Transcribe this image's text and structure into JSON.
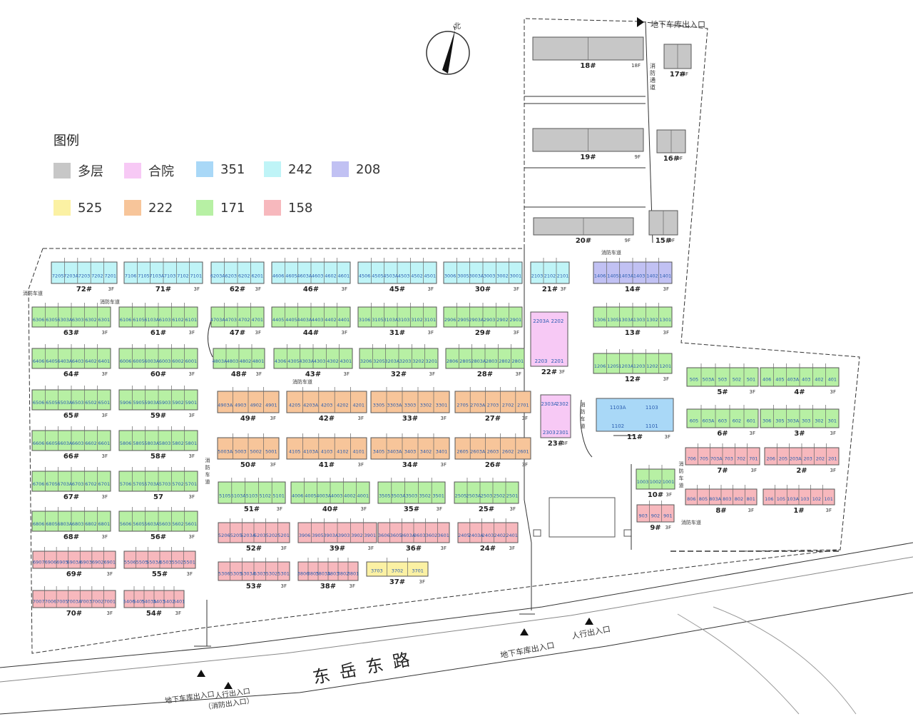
{
  "legend": {
    "title": "图例",
    "items": [
      {
        "label": "多层",
        "color": "#c7c7c7"
      },
      {
        "label": "合院",
        "color": "#f7c9f5"
      },
      {
        "label": "351",
        "color": "#a9d8f7"
      },
      {
        "label": "242",
        "color": "#bff4f7"
      },
      {
        "label": "208",
        "color": "#c1c1f3"
      },
      {
        "label": "525",
        "color": "#fbf1a3"
      },
      {
        "label": "222",
        "color": "#f7c59a"
      },
      {
        "label": "171",
        "color": "#b7f0a4"
      },
      {
        "label": "158",
        "color": "#f7b8bd"
      }
    ]
  },
  "compass": {
    "label": "北"
  },
  "road": {
    "name": "东岳东路"
  },
  "entrances": {
    "garage_top": "地下车库出入口",
    "garage_bottom_right": "地下车库出入口",
    "pedestrian_right": "人行出入口",
    "garage_bottom_left": "地下车库出入口",
    "pedestrian_left": "人行出入口",
    "pedestrian_left_sub": "（消防出入口）"
  },
  "notes": {
    "fire_lane_top": "消防通道",
    "fire_lane_mid": "消防车道",
    "fire_lane_left": "消防车道",
    "fire_lane_small": "消防车道",
    "fire_lane_right": "消防车道",
    "fire_lane_right2": "消防车道",
    "fire_lane_bottom": "消防车道",
    "fire_lane_47": "消防车道",
    "fire_lane_43": "消防车道",
    "fire_lane_50": "消防车道"
  },
  "buildings": [
    {
      "id": "18#",
      "floors": "18F",
      "type": "多层",
      "units": []
    },
    {
      "id": "17#",
      "floors": "18F",
      "type": "多层",
      "units": []
    },
    {
      "id": "19#",
      "floors": "9F",
      "type": "多层",
      "units": []
    },
    {
      "id": "16#",
      "floors": "9F",
      "type": "多层",
      "units": []
    },
    {
      "id": "20#",
      "floors": "9F",
      "type": "多层",
      "units": []
    },
    {
      "id": "15#",
      "floors": "9F",
      "type": "多层",
      "units": []
    },
    {
      "id": "72#",
      "floors": "3F",
      "type": "242",
      "units": [
        "7205",
        "7203A",
        "7203",
        "7202",
        "7201"
      ]
    },
    {
      "id": "71#",
      "floors": "3F",
      "type": "242",
      "units": [
        "7106",
        "7105",
        "7103A",
        "7103",
        "7102",
        "7101"
      ]
    },
    {
      "id": "62#",
      "floors": "3F",
      "type": "242",
      "units": [
        "6203A",
        "6203",
        "6202",
        "6201"
      ]
    },
    {
      "id": "46#",
      "floors": "3F",
      "type": "242",
      "units": [
        "4606",
        "4605",
        "4603A",
        "4603",
        "4602",
        "4601"
      ]
    },
    {
      "id": "45#",
      "floors": "3F",
      "type": "242",
      "units": [
        "4506",
        "4505",
        "4503A",
        "4503",
        "4502",
        "4501"
      ]
    },
    {
      "id": "30#",
      "floors": "3F",
      "type": "242",
      "units": [
        "3006",
        "3005",
        "3003A",
        "3003",
        "3002",
        "3001"
      ]
    },
    {
      "id": "21#",
      "floors": "3F",
      "type": "242",
      "units": [
        "2103",
        "2102",
        "2101"
      ]
    },
    {
      "id": "14#",
      "floors": "3F",
      "type": "208",
      "units": [
        "1406",
        "1405",
        "1403A",
        "1403",
        "1402",
        "1401"
      ]
    },
    {
      "id": "63#",
      "floors": "3F",
      "type": "171",
      "units": [
        "6306",
        "6305",
        "6303A",
        "6303",
        "6302",
        "6301"
      ]
    },
    {
      "id": "61#",
      "floors": "3F",
      "type": "171",
      "units": [
        "6106",
        "6105",
        "6103A",
        "6103",
        "6102",
        "6101"
      ]
    },
    {
      "id": "47#",
      "floors": "3F",
      "type": "171",
      "units": [
        "4703A",
        "4703",
        "4702",
        "4701"
      ]
    },
    {
      "id": "44#",
      "floors": "3F",
      "type": "171",
      "units": [
        "4405",
        "4405",
        "4403A",
        "4403",
        "4402",
        "4401"
      ]
    },
    {
      "id": "31#",
      "floors": "3F",
      "type": "171",
      "units": [
        "3106",
        "3105",
        "3103A",
        "3103",
        "3102",
        "3101"
      ]
    },
    {
      "id": "29#",
      "floors": "3F",
      "type": "171",
      "units": [
        "2906",
        "2905",
        "2903A",
        "2903",
        "2902",
        "2901"
      ]
    },
    {
      "id": "22#",
      "floors": "3F",
      "type": "合院",
      "units": [
        "2203A",
        "2202",
        "2203",
        "2201"
      ]
    },
    {
      "id": "13#",
      "floors": "3F",
      "type": "171",
      "units": [
        "1306",
        "1305",
        "1303A",
        "1303",
        "1302",
        "1301"
      ]
    },
    {
      "id": "64#",
      "floors": "3F",
      "type": "171",
      "units": [
        "6406",
        "6405",
        "6403A",
        "6403",
        "6402",
        "6401"
      ]
    },
    {
      "id": "60#",
      "floors": "3F",
      "type": "171",
      "units": [
        "6006",
        "6005",
        "6003A",
        "6003",
        "6002",
        "6001"
      ]
    },
    {
      "id": "48#",
      "floors": "3F",
      "type": "171",
      "units": [
        "4803A",
        "4803",
        "4802",
        "4801"
      ]
    },
    {
      "id": "43#",
      "floors": "3F",
      "type": "171",
      "units": [
        "4306",
        "4305",
        "4303A",
        "4303",
        "4302",
        "4301"
      ]
    },
    {
      "id": "32#",
      "floors": "3F",
      "type": "171",
      "units": [
        "3206",
        "3205",
        "3203A",
        "3203",
        "3202",
        "3201"
      ]
    },
    {
      "id": "28#",
      "floors": "3F",
      "type": "171",
      "units": [
        "2806",
        "2805",
        "2803A",
        "2803",
        "2802",
        "2801"
      ]
    },
    {
      "id": "12#",
      "floors": "3F",
      "type": "171",
      "units": [
        "1206",
        "1205",
        "1203A",
        "1203",
        "1202",
        "1201"
      ]
    },
    {
      "id": "65#",
      "floors": "3F",
      "type": "171",
      "units": [
        "6506",
        "6505",
        "6503A",
        "6503",
        "6502",
        "6501"
      ]
    },
    {
      "id": "59#",
      "floors": "3F",
      "type": "171",
      "units": [
        "5906",
        "5905",
        "5903A",
        "5903",
        "5902",
        "5901"
      ]
    },
    {
      "id": "49#",
      "floors": "3F",
      "type": "222",
      "units": [
        "4903A",
        "4903",
        "4902",
        "4901"
      ]
    },
    {
      "id": "42#",
      "floors": "3F",
      "type": "222",
      "units": [
        "4205",
        "4203A",
        "4203",
        "4202",
        "4201"
      ]
    },
    {
      "id": "33#",
      "floors": "3F",
      "type": "222",
      "units": [
        "3305",
        "3303A",
        "3303",
        "3302",
        "3301"
      ]
    },
    {
      "id": "27#",
      "floors": "3F",
      "type": "222",
      "units": [
        "2705",
        "2703A",
        "2703",
        "2702",
        "2701"
      ]
    },
    {
      "id": "23#",
      "floors": "3F",
      "type": "合院",
      "units": [
        "2303A",
        "2302",
        "2303",
        "2301"
      ]
    },
    {
      "id": "11#",
      "floors": "3F",
      "type": "351",
      "units": [
        "1103A",
        "1103",
        "1102",
        "1101"
      ]
    },
    {
      "id": "66#",
      "floors": "3F",
      "type": "171",
      "units": [
        "6606",
        "6605",
        "6603A",
        "6603",
        "6602",
        "6601"
      ]
    },
    {
      "id": "58#",
      "floors": "3F",
      "type": "171",
      "units": [
        "5806",
        "5805",
        "5803A",
        "5803",
        "5802",
        "5801"
      ]
    },
    {
      "id": "50#",
      "floors": "3F",
      "type": "222",
      "units": [
        "5003A",
        "5003",
        "5002",
        "5001"
      ]
    },
    {
      "id": "41#",
      "floors": "3F",
      "type": "222",
      "units": [
        "4105",
        "4103A",
        "4103",
        "4102",
        "4101"
      ]
    },
    {
      "id": "34#",
      "floors": "3F",
      "type": "222",
      "units": [
        "3405",
        "3403A",
        "3403",
        "3402",
        "3401"
      ]
    },
    {
      "id": "26#",
      "floors": "3F",
      "type": "222",
      "units": [
        "2605",
        "2603A",
        "2603",
        "2602",
        "2601"
      ]
    },
    {
      "id": "67#",
      "floors": "3F",
      "type": "171",
      "units": [
        "6706",
        "6705",
        "6703A",
        "6703",
        "6702",
        "6701"
      ]
    },
    {
      "id": "57",
      "floors": "3F",
      "type": "171",
      "units": [
        "5706",
        "5705",
        "5703A",
        "5703",
        "5702",
        "5701"
      ]
    },
    {
      "id": "51#",
      "floors": "3F",
      "type": "171",
      "units": [
        "5105",
        "5103A",
        "5103",
        "5102",
        "5101"
      ]
    },
    {
      "id": "40#",
      "floors": "3F",
      "type": "171",
      "units": [
        "4006",
        "4005",
        "4003A",
        "4003",
        "4002",
        "4001"
      ]
    },
    {
      "id": "35#",
      "floors": "3F",
      "type": "171",
      "units": [
        "3505",
        "3503A",
        "3503",
        "3502",
        "3501"
      ]
    },
    {
      "id": "25#",
      "floors": "3F",
      "type": "171",
      "units": [
        "2505",
        "2503A",
        "2503",
        "2502",
        "2501"
      ]
    },
    {
      "id": "10#",
      "floors": "3F",
      "type": "171",
      "units": [
        "1003",
        "1002",
        "1001"
      ]
    },
    {
      "id": "9#",
      "floors": "3F",
      "type": "158",
      "units": [
        "903",
        "902",
        "901"
      ]
    },
    {
      "id": "68#",
      "floors": "3F",
      "type": "171",
      "units": [
        "6806",
        "6805",
        "6803A",
        "6803",
        "6802",
        "6801"
      ]
    },
    {
      "id": "56#",
      "floors": "3F",
      "type": "171",
      "units": [
        "5606",
        "5605",
        "5603A",
        "5603",
        "5602",
        "5601"
      ]
    },
    {
      "id": "52#",
      "floors": "3F",
      "type": "158",
      "units": [
        "5206",
        "5205",
        "5203A",
        "5203",
        "5202",
        "5201"
      ]
    },
    {
      "id": "39#",
      "floors": "3F",
      "type": "158",
      "units": [
        "3906",
        "3905",
        "3903A",
        "3903",
        "3902",
        "3901"
      ]
    },
    {
      "id": "36#",
      "floors": "3F",
      "type": "158",
      "units": [
        "3606",
        "3605",
        "3603A",
        "3603",
        "3602",
        "3601"
      ]
    },
    {
      "id": "24#",
      "floors": "3F",
      "type": "158",
      "units": [
        "2405",
        "2403A",
        "2403",
        "2402",
        "2401"
      ]
    },
    {
      "id": "69#",
      "floors": "3F",
      "type": "158",
      "units": [
        "6907",
        "6906",
        "6905",
        "6903A",
        "6903",
        "6902",
        "6901"
      ]
    },
    {
      "id": "55#",
      "floors": "3F",
      "type": "158",
      "units": [
        "5506",
        "5505",
        "5503A",
        "5503",
        "5502",
        "5501"
      ]
    },
    {
      "id": "53#",
      "floors": "3F",
      "type": "158",
      "units": [
        "5306",
        "5305",
        "5303A",
        "5303",
        "5302",
        "5301"
      ]
    },
    {
      "id": "38#",
      "floors": "3F",
      "type": "158",
      "units": [
        "3806",
        "3805",
        "3803A",
        "3803",
        "3802",
        "3801"
      ]
    },
    {
      "id": "37#",
      "floors": "3F",
      "type": "525",
      "units": [
        "3703",
        "3702",
        "3701"
      ]
    },
    {
      "id": "70#",
      "floors": "3F",
      "type": "158",
      "units": [
        "7007",
        "7006",
        "7005",
        "7003A",
        "7003",
        "7002",
        "7001"
      ]
    },
    {
      "id": "54#",
      "floors": "3F",
      "type": "158",
      "units": [
        "5406",
        "5405",
        "5403A",
        "5403",
        "5402",
        "5401"
      ]
    },
    {
      "id": "5#",
      "floors": "3F",
      "type": "171",
      "units": [
        "505",
        "503A",
        "503",
        "502",
        "501"
      ]
    },
    {
      "id": "4#",
      "floors": "3F",
      "type": "171",
      "units": [
        "406",
        "405",
        "403A",
        "403",
        "402",
        "401"
      ]
    },
    {
      "id": "6#",
      "floors": "3F",
      "type": "171",
      "units": [
        "605",
        "603A",
        "603",
        "602",
        "601"
      ]
    },
    {
      "id": "3#",
      "floors": "3F",
      "type": "171",
      "units": [
        "306",
        "305",
        "303A",
        "303",
        "302",
        "301"
      ]
    },
    {
      "id": "7#",
      "floors": "3F",
      "type": "158",
      "units": [
        "706",
        "705",
        "703A",
        "703",
        "702",
        "701"
      ]
    },
    {
      "id": "2#",
      "floors": "3F",
      "type": "158",
      "units": [
        "206",
        "205",
        "203A",
        "203",
        "202",
        "201"
      ]
    },
    {
      "id": "8#",
      "floors": "3F",
      "type": "158",
      "units": [
        "806",
        "805",
        "803A",
        "803",
        "802",
        "801"
      ]
    },
    {
      "id": "1#",
      "floors": "3F",
      "type": "158",
      "units": [
        "106",
        "105",
        "103A",
        "103",
        "102",
        "101"
      ]
    }
  ]
}
